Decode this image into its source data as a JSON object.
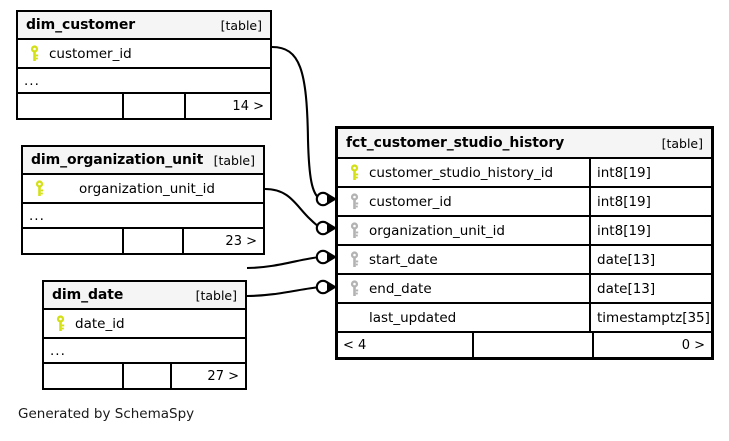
{
  "diagram": {
    "caption": "Generated by SchemaSpy",
    "table_tag": "[table]",
    "ellipsis": "...",
    "colors": {
      "pk_key": "#d4e016",
      "fk_key": "#b3b3b3",
      "header_bg": "#f5f5f5",
      "border": "#000000",
      "background": "#ffffff"
    }
  },
  "tables": [
    {
      "id": "dim_customer",
      "name": "dim_customer",
      "tag": "[table]",
      "columns": [
        {
          "name": "customer_id",
          "key": "pk",
          "type": ""
        }
      ],
      "ellipsis": "...",
      "footer": {
        "left": "",
        "mid": "",
        "right": "14 >"
      }
    },
    {
      "id": "dim_organization_unit",
      "name": "dim_organization_unit",
      "tag": "[table]",
      "columns": [
        {
          "name": "organization_unit_id",
          "key": "pk",
          "type": ""
        }
      ],
      "ellipsis": "...",
      "footer": {
        "left": "",
        "mid": "",
        "right": "23 >"
      }
    },
    {
      "id": "dim_date",
      "name": "dim_date",
      "tag": "[table]",
      "columns": [
        {
          "name": "date_id",
          "key": "pk",
          "type": ""
        }
      ],
      "ellipsis": "...",
      "footer": {
        "left": "",
        "mid": "",
        "right": "27 >"
      }
    },
    {
      "id": "fct_customer_studio_history",
      "name": "fct_customer_studio_history",
      "tag": "[table]",
      "columns": [
        {
          "name": "customer_studio_history_id",
          "key": "pk",
          "type": "int8[19]"
        },
        {
          "name": "customer_id",
          "key": "fk",
          "type": "int8[19]"
        },
        {
          "name": "organization_unit_id",
          "key": "fk",
          "type": "int8[19]"
        },
        {
          "name": "start_date",
          "key": "fk",
          "type": "date[13]"
        },
        {
          "name": "end_date",
          "key": "fk",
          "type": "date[13]"
        },
        {
          "name": "last_updated",
          "key": "none",
          "type": "timestamptz[35]"
        }
      ],
      "footer": {
        "left": "< 4",
        "mid": "",
        "right": "0 >"
      }
    }
  ],
  "relationships": [
    {
      "from": "dim_customer",
      "from_column": "customer_id",
      "to": "fct_customer_studio_history",
      "to_column": "customer_id"
    },
    {
      "from": "dim_organization_unit",
      "from_column": "organization_unit_id",
      "to": "fct_customer_studio_history",
      "to_column": "organization_unit_id"
    },
    {
      "from": "dim_date",
      "from_column": "date_id",
      "to": "fct_customer_studio_history",
      "to_column": "start_date"
    },
    {
      "from": "dim_date",
      "from_column": "date_id",
      "to": "fct_customer_studio_history",
      "to_column": "end_date"
    }
  ]
}
